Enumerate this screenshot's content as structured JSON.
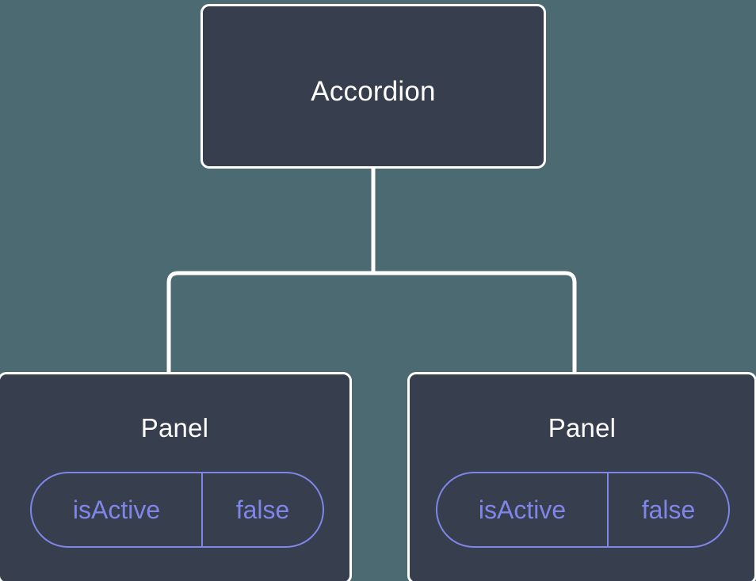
{
  "canvas": {
    "background_color": "#4c6a72",
    "node_fill_color": "#373e4d",
    "node_border_color": "#ffffff",
    "edge_color": "#ffffff",
    "prop_accent_color": "#8086e8"
  },
  "tree": {
    "root": {
      "label": "Accordion"
    },
    "children": [
      {
        "label": "Panel",
        "props": [
          {
            "key": "isActive",
            "value": "false"
          }
        ]
      },
      {
        "label": "Panel",
        "props": [
          {
            "key": "isActive",
            "value": "false"
          }
        ]
      }
    ]
  }
}
